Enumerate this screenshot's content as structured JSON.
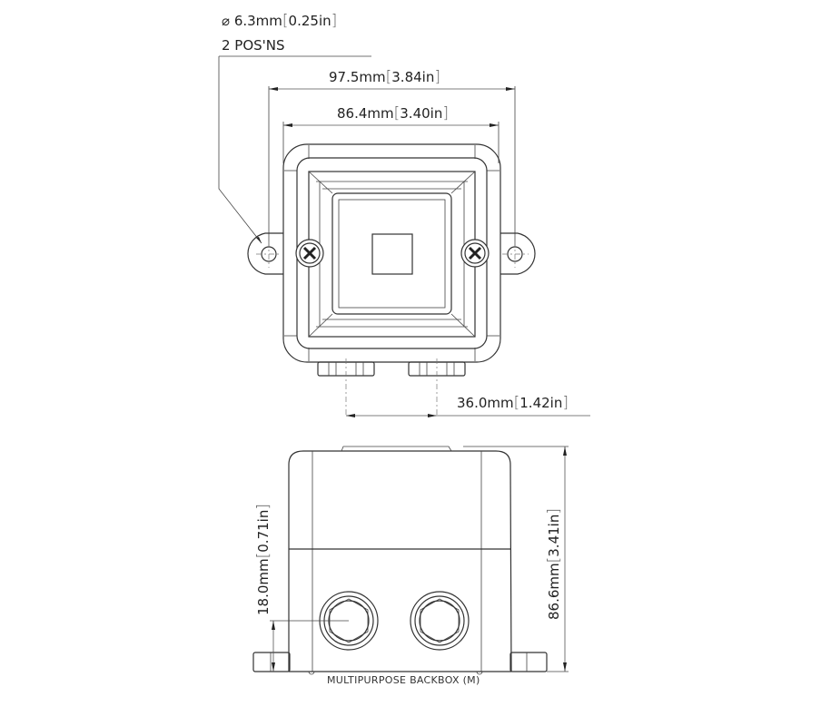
{
  "drawing": {
    "title": "MULTIPURPOSE BACKBOX (M)",
    "top_view": {
      "hole_dim": {
        "symbol": "⌀",
        "metric": "6.3mm",
        "imperial": "0.25in",
        "note": "2 POS'NS"
      },
      "overall_width": {
        "metric": "97.5mm",
        "imperial": "3.84in"
      },
      "body_width": {
        "metric": "86.4mm",
        "imperial": "3.40in"
      },
      "gland_spacing": {
        "metric": "36.0mm",
        "imperial": "1.42in"
      }
    },
    "side_view": {
      "gland_height": {
        "metric": "18.0mm",
        "imperial": "0.71in"
      },
      "overall_height": {
        "metric": "86.6mm",
        "imperial": "3.41in"
      }
    },
    "colors": {
      "line": "#333333",
      "background": "#ffffff"
    }
  }
}
